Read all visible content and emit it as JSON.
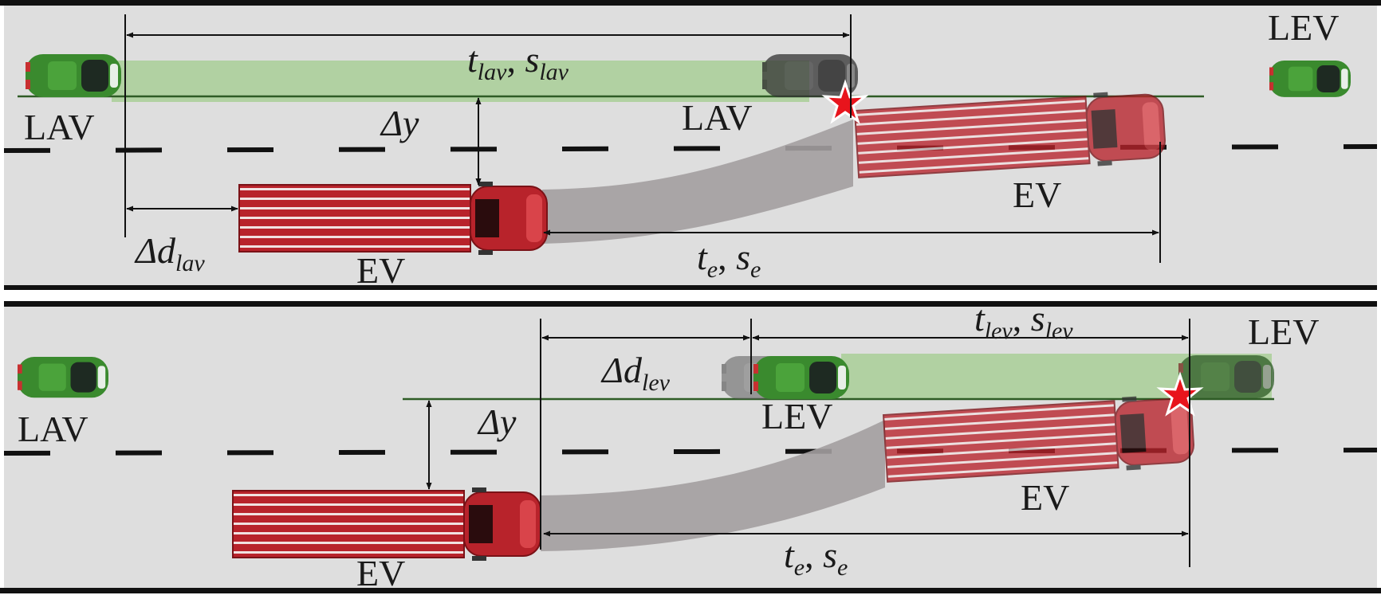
{
  "colors": {
    "road": "#dedede",
    "truck_red": "#b8232b",
    "car_green": "#3a8a2e",
    "trail_green": "#a9cf98",
    "trail_gray": "#a39fa0",
    "collision": "#e8141c"
  },
  "top": {
    "label_lav_left": "LAV",
    "label_lav_ghost": "LAV",
    "label_lev": "LEV",
    "label_ev_start": "EV",
    "label_ev_end": "EV",
    "dim_lav": {
      "t": "t",
      "t_sub": "lav",
      "sep": ", ",
      "s": "s",
      "s_sub": "lav"
    },
    "dim_dy": "Δy",
    "dim_dd": {
      "main": "Δd",
      "sub": "lav"
    },
    "dim_e": {
      "t": "t",
      "t_sub": "e",
      "sep": ", ",
      "s": "s",
      "s_sub": "e"
    }
  },
  "bottom": {
    "label_lav": "LAV",
    "label_lev_start": "LEV",
    "label_lev_end": "LEV",
    "label_ev_start": "EV",
    "label_ev_end": "EV",
    "dim_lev": {
      "t": "t",
      "t_sub": "lev",
      "sep": ", ",
      "s": "s",
      "s_sub": "lev"
    },
    "dim_dy": "Δy",
    "dim_dd": {
      "main": "Δd",
      "sub": "lev"
    },
    "dim_e": {
      "t": "t",
      "t_sub": "e",
      "sep": ", ",
      "s": "s",
      "s_sub": "e"
    }
  }
}
